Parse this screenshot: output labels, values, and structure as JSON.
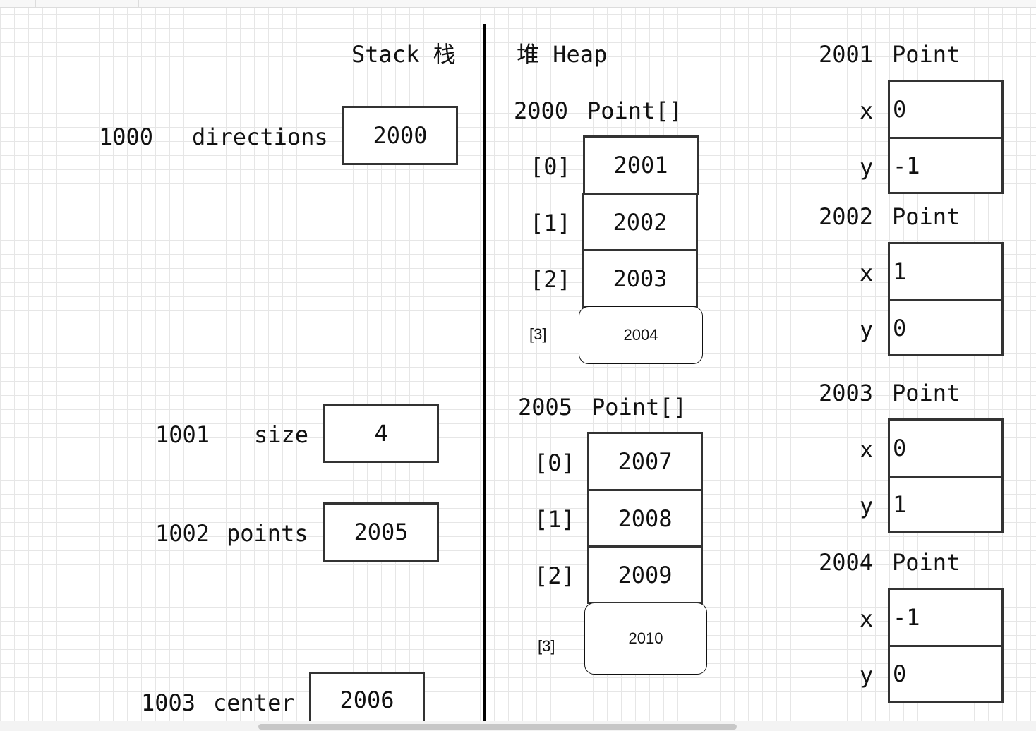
{
  "stack": {
    "title": "Stack 栈",
    "vars": [
      {
        "addr": "1000",
        "name": "directions",
        "value": "2000"
      },
      {
        "addr": "1001",
        "name": "size",
        "value": "4"
      },
      {
        "addr": "1002",
        "name": "points",
        "value": "2005"
      },
      {
        "addr": "1003",
        "name": "center",
        "value": "2006"
      }
    ]
  },
  "heap": {
    "title": "堆 Heap",
    "arrays": [
      {
        "addr": "2000",
        "type": "Point[]",
        "cells": [
          {
            "index": "[0]",
            "value": "2001"
          },
          {
            "index": "[1]",
            "value": "2002"
          },
          {
            "index": "[2]",
            "value": "2003"
          },
          {
            "index": "[3]",
            "value": "2004"
          }
        ]
      },
      {
        "addr": "2005",
        "type": "Point[]",
        "cells": [
          {
            "index": "[0]",
            "value": "2007"
          },
          {
            "index": "[1]",
            "value": "2008"
          },
          {
            "index": "[2]",
            "value": "2009"
          },
          {
            "index": "[3]",
            "value": "2010"
          }
        ]
      }
    ],
    "objects": [
      {
        "addr": "2001",
        "type": "Point",
        "fields": [
          {
            "name": "x",
            "value": "0"
          },
          {
            "name": "y",
            "value": "-1"
          }
        ]
      },
      {
        "addr": "2002",
        "type": "Point",
        "fields": [
          {
            "name": "x",
            "value": "1"
          },
          {
            "name": "y",
            "value": "0"
          }
        ]
      },
      {
        "addr": "2003",
        "type": "Point",
        "fields": [
          {
            "name": "x",
            "value": "0"
          },
          {
            "name": "y",
            "value": "1"
          }
        ]
      },
      {
        "addr": "2004",
        "type": "Point",
        "fields": [
          {
            "name": "x",
            "value": "-1"
          },
          {
            "name": "y",
            "value": "0"
          }
        ]
      }
    ]
  }
}
